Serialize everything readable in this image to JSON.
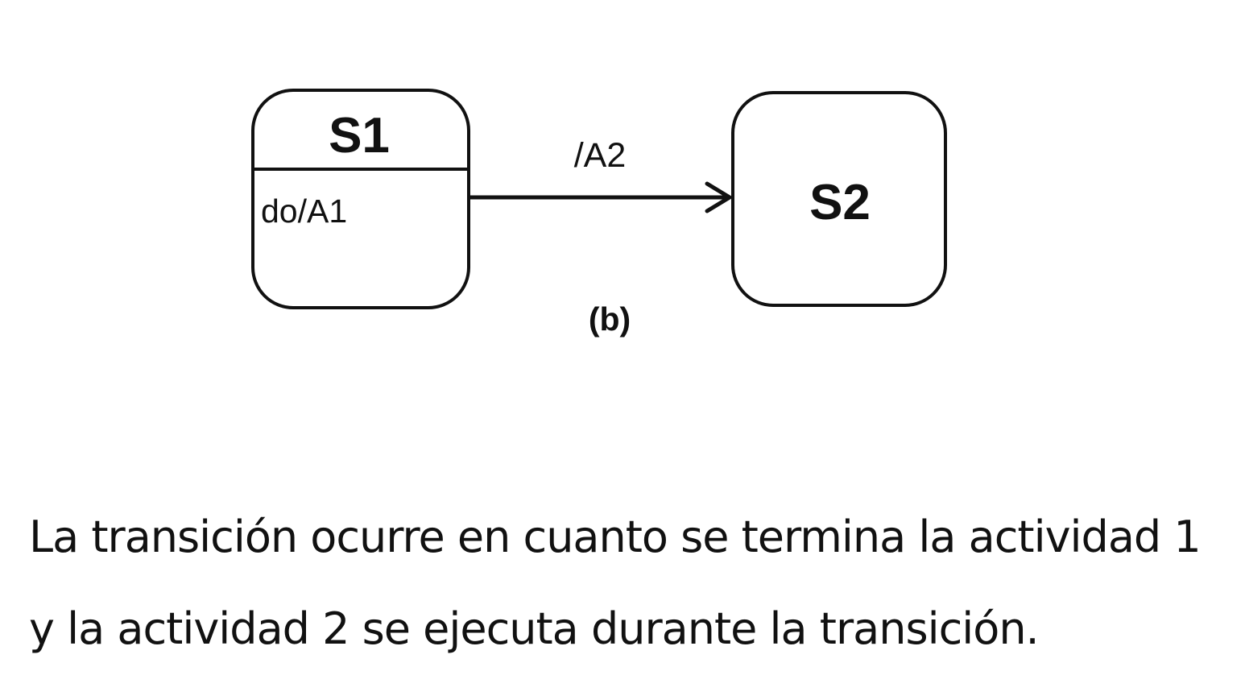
{
  "diagram": {
    "states": [
      {
        "name": "S1",
        "activity": "do/A1"
      },
      {
        "name": "S2"
      }
    ],
    "transition": {
      "label": "/A2"
    },
    "caption": "(b)"
  },
  "text": {
    "explanation": "La transición ocurre en cuanto se termina la actividad 1 y la actividad 2 se ejecuta durante la transición."
  }
}
